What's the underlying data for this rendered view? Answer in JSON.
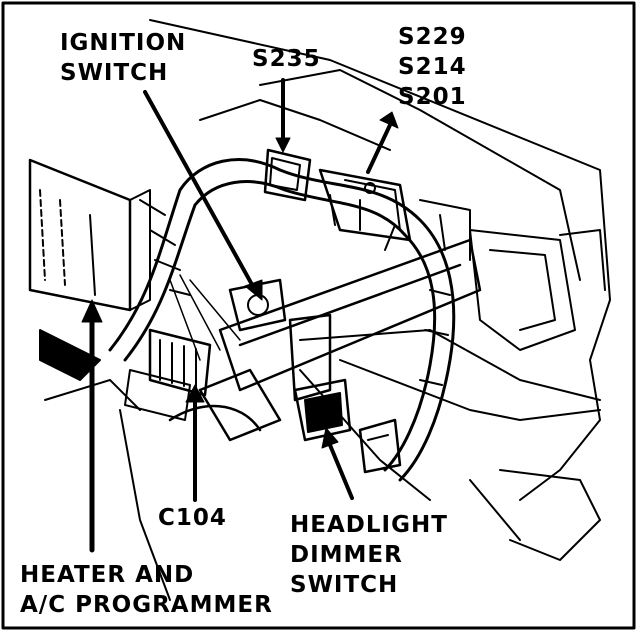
{
  "labels": {
    "ignition_switch": [
      "IGNITION",
      "SWITCH"
    ],
    "s235": "S235",
    "s_group": [
      "S229",
      "S214",
      "S201"
    ],
    "c104": "C104",
    "headlight_dimmer_switch": [
      "HEADLIGHT",
      "DIMMER",
      "SWITCH"
    ],
    "heater_ac_programmer": [
      "HEATER AND",
      "A/C PROGRAMMER"
    ]
  },
  "colors": {
    "ink": "#000000",
    "paper": "#ffffff"
  }
}
